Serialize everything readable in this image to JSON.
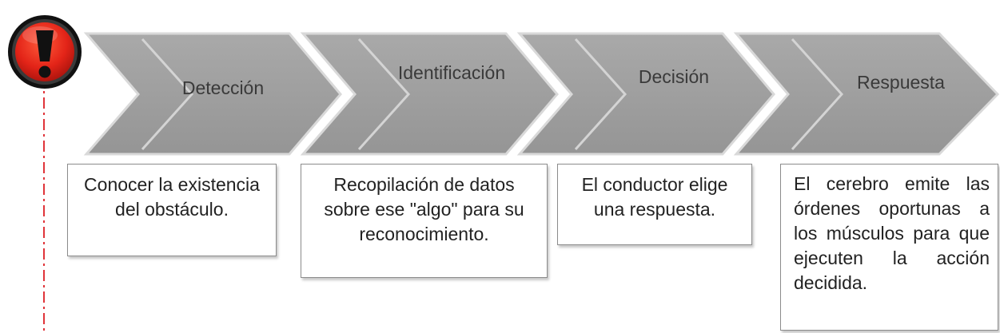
{
  "colors": {
    "chevron_fill": "#9e9e9e",
    "chevron_stroke": "#d9d9d9",
    "alert_red": "#e5241a",
    "alert_ring": "#111111",
    "timeline": "#e0343a"
  },
  "icon": "alert-exclamation-icon",
  "steps": [
    {
      "label": "Detección",
      "description": "Conocer la existencia del obstáculo."
    },
    {
      "label": "Identificación",
      "description": "Recopilación de datos sobre ese \"algo\" para su reconocimiento."
    },
    {
      "label": "Decisión",
      "description": "El conductor elige una respuesta."
    },
    {
      "label": "Respuesta",
      "description": "El cerebro emite las órdenes oportunas a los músculos para que ejecuten la acción decidida."
    }
  ]
}
